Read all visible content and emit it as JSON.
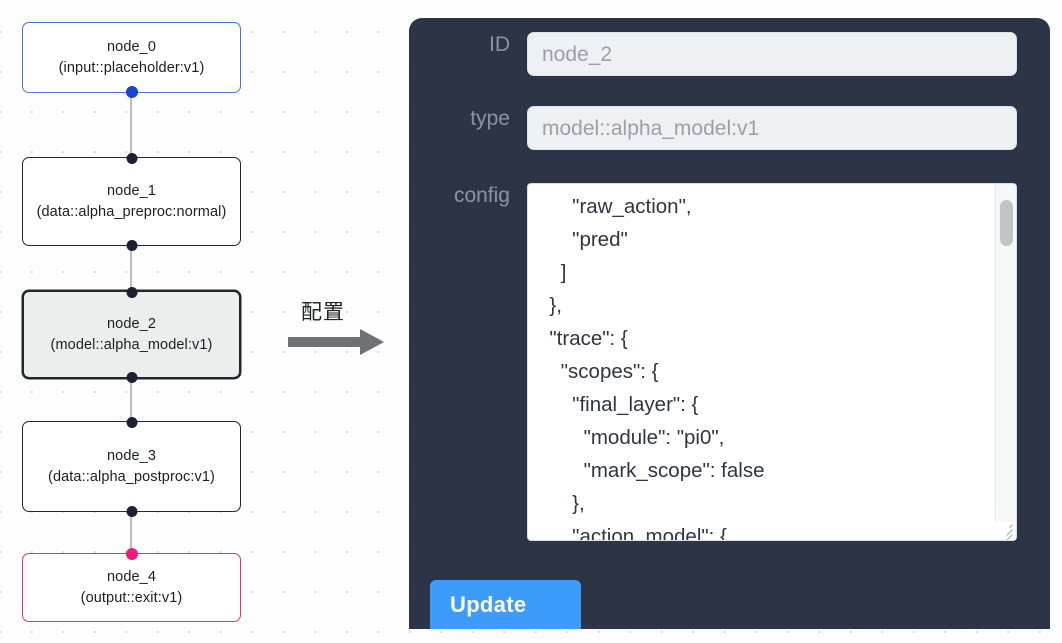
{
  "canvas": {
    "background_color": "#fdfdfd",
    "dot_color": "#d8d8dc"
  },
  "graph": {
    "nodes": [
      {
        "id": "node_0",
        "title": "node_0",
        "subtitle": "(input::placeholder:v1)",
        "state": "input",
        "border_color": "#4a74d0",
        "port_color": "#1544d6"
      },
      {
        "id": "node_1",
        "title": "node_1",
        "subtitle": "(data::alpha_preproc:normal)",
        "state": "default",
        "border_color": "#22272e",
        "port_color": "#1b2033"
      },
      {
        "id": "node_2",
        "title": "node_2",
        "subtitle": "(model::alpha_model:v1)",
        "state": "selected",
        "border_color": "#22272e",
        "port_color": "#1b2033"
      },
      {
        "id": "node_3",
        "title": "node_3",
        "subtitle": "(data::alpha_postproc:v1)",
        "state": "default",
        "border_color": "#22272e",
        "port_color": "#1b2033"
      },
      {
        "id": "node_4",
        "title": "node_4",
        "subtitle": "(output::exit:v1)",
        "state": "output",
        "border_color": "#e0328c",
        "port_color": "#ef1a7c"
      }
    ],
    "edge_color": "#b9bcc2"
  },
  "annotation": {
    "label": "配置",
    "arrow_icon": "arrow-right-icon",
    "arrow_color": "#6e7175"
  },
  "panel": {
    "background_color": "#2c3445",
    "fields": [
      {
        "label": "ID",
        "value": "node_2"
      },
      {
        "label": "type",
        "value": "model::alpha_model:v1"
      }
    ],
    "id_label": "ID",
    "id_value": "node_2",
    "type_label": "type",
    "type_value": "model::alpha_model:v1",
    "config_label": "config",
    "config_value": "      \"raw_action\",\n      \"pred\"\n    ]\n  },\n  \"trace\": {\n    \"scopes\": {\n      \"final_layer\": {\n        \"module\": \"pi0\",\n        \"mark_scope\": false\n      },\n      \"action_model\": {",
    "scrollbar": {
      "name": "config-scrollbar",
      "thumb_color": "#c2c4c8"
    },
    "resize_handle": "resize-grip-icon",
    "update_label": "Update",
    "update_color": "#3d9bfb"
  }
}
